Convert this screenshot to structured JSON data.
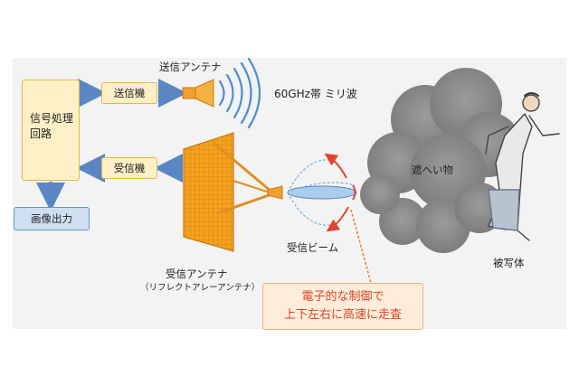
{
  "labels": {
    "signal_processing": [
      "信号処理",
      "回路"
    ],
    "transmitter": "送信機",
    "receiver": "受信機",
    "image_output": "画像出力",
    "tx_antenna": "送信アンテナ",
    "band": "60GHz帯 ミリ波",
    "obstacle": "遮へい物",
    "rx_beam": "受信ビーム",
    "subject": "被写体",
    "rx_antenna": "受信アンテナ",
    "rx_antenna_sub": "（リフレクトアレーアンテナ）",
    "callout_line1": "電子的な制御で",
    "callout_line2": "上下左右に高速に走査"
  },
  "colors": {
    "box_fill": "#fdf0c6",
    "box_border": "#e2b84a",
    "arrow_blue": "#5b86c4",
    "antenna_orange": "#f0a030",
    "wave_blue": "#4a8fd6",
    "smoke_gray": "#8a8a8a",
    "beam_arrow_red": "#e0452e",
    "callout_text": "#d7462a"
  }
}
